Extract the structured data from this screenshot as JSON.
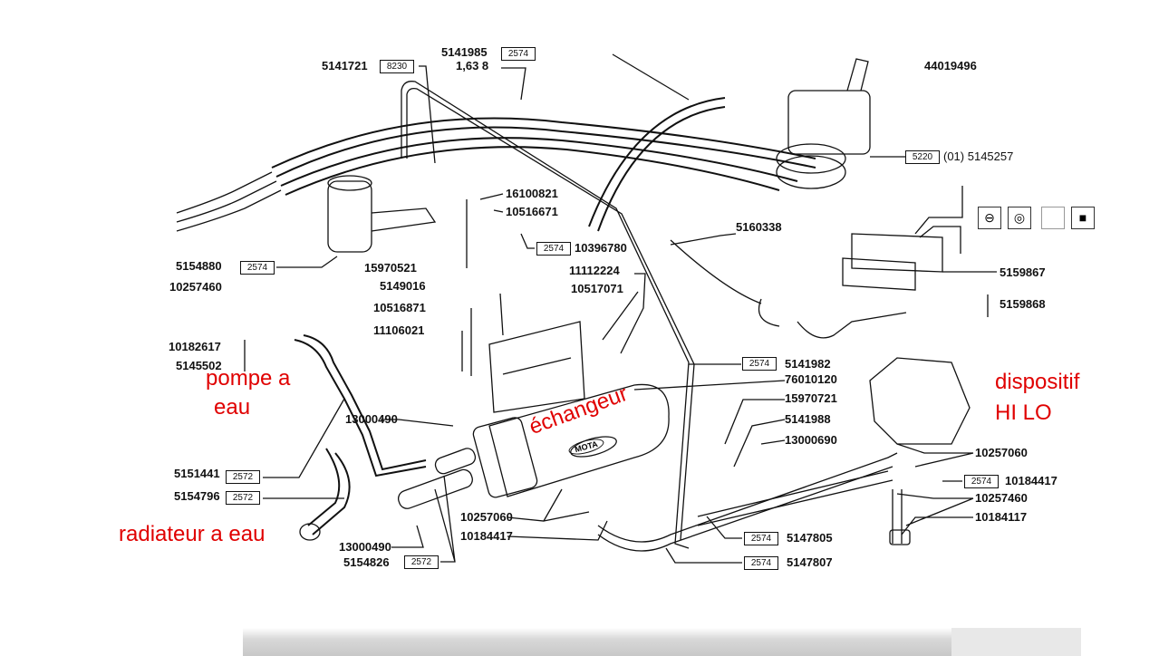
{
  "labels": {
    "p5141721": "5141721",
    "b8230": "8230",
    "p5141985": "5141985",
    "b2574a": "2574",
    "p1638": "1,63 8",
    "p44019496": "44019496",
    "b5220": "5220",
    "p5145257": "(01)  5145257",
    "p16100821": "16100821",
    "p10516671": "10516671",
    "b2574b": "2574",
    "p10396780": "10396780",
    "p5154880": "5154880",
    "b2574c": "2574",
    "p10257460a": "10257460",
    "p15970521": "15970521",
    "p5160338": "5160338",
    "p5159867": "5159867",
    "p5159868": "5159868",
    "p11112224": "11112224",
    "p10517071": "10517071",
    "p5149016": "5149016",
    "p10516871": "10516871",
    "p11106021": "11106021",
    "p10182617": "10182617",
    "p5145502": "5145502",
    "b2574d": "2574",
    "p5141982": "5141982",
    "p76010120": "76010120",
    "p15970721": "15970721",
    "p5141988": "5141988",
    "p13000690": "13000690",
    "p13000490a": "13000490",
    "p10257060a": "10257060",
    "b2574e": "2574",
    "p10184417a": "10184417",
    "p10257460b": "10257460",
    "p10184117": "10184117",
    "p5151441": "5151441",
    "b2572a": "2572",
    "p5154796": "5154796",
    "b2572b": "2572",
    "p10257060b": "10257060",
    "p10184417b": "10184417",
    "b2574f": "2574",
    "p5147805": "5147805",
    "b2574g": "2574",
    "p5147807": "5147807",
    "p13000490b": "13000490",
    "p5154826": "5154826",
    "b2572c": "2572"
  },
  "annotations": {
    "pompe_line1": "pompe a",
    "pompe_line2": "eau",
    "echangeur": "échangeur",
    "dispositif_line1": "dispositif",
    "dispositif_line2": "HI LO",
    "radiateur": "radiateur a eau",
    "color": "#e00000"
  },
  "logo_text": "MOTA",
  "icons": [
    "gauge-icon",
    "temperature-icon",
    "blank-icon",
    "camera-icon"
  ]
}
